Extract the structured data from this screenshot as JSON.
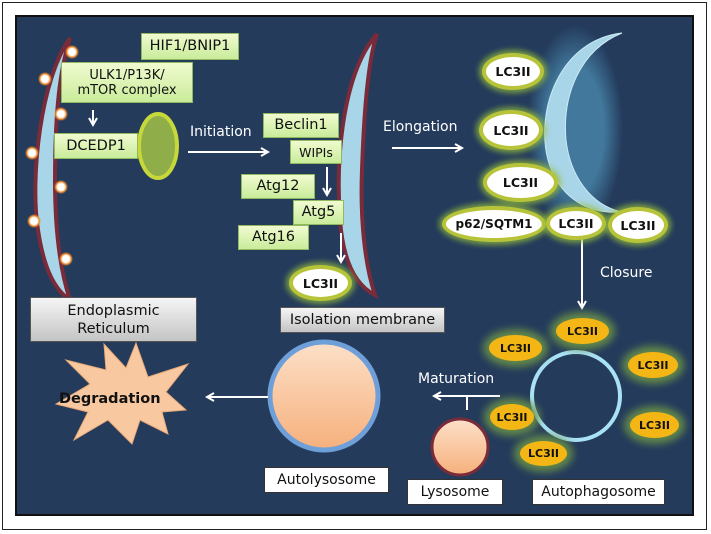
{
  "diagram": {
    "title": "Autophagy pathway",
    "colors": {
      "background": "#243b5c",
      "membrane": "#a9d5e8",
      "membrane_outline": "#7a2b3a",
      "protein_box": "#d8f3b0",
      "lc3_yellow": "#f3b615",
      "lysosome": "#f6b98c"
    },
    "er": {
      "label": "Endoplasmic Reticulum",
      "label_line1": "Endoplasmic",
      "label_line2": "Reticulum"
    },
    "proteins": {
      "hif1": "HIF1/BNIP1",
      "ulk1_line1": "ULK1/P13K/",
      "ulk1_line2": "mTOR complex",
      "dcedp1": "DCEDP1",
      "beclin1": "Beclin1",
      "wipis": "WIPIs",
      "atg12": "Atg12",
      "atg5": "Atg5",
      "atg16": "Atg16",
      "p62": "p62/SQTM1"
    },
    "stages": {
      "initiation": "Initiation",
      "elongation": "Elongation",
      "closure": "Closure",
      "maturation": "Maturation"
    },
    "structures": {
      "isolation_membrane": "Isolation membrane",
      "autophagosome": "Autophagosome",
      "lysosome": "Lysosome",
      "autolysosome": "Autolysosome",
      "degradation": "Degradation"
    },
    "lc3": "LC3II"
  }
}
